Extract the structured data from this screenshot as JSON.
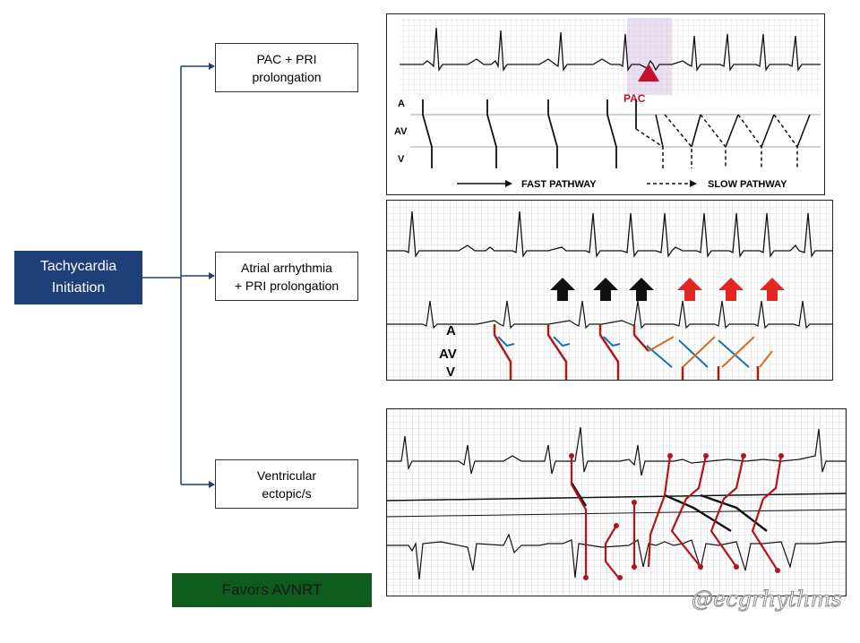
{
  "root": {
    "label": "Tachycardia\nInitiation"
  },
  "branches": [
    {
      "label": "PAC + PRI\nprolongation"
    },
    {
      "label": "Atrial arrhythmia\n+ PRI prolongation"
    },
    {
      "label": "Ventricular\nectopic/s"
    }
  ],
  "conclusion": {
    "label": "Favors AVNRT"
  },
  "panel1": {
    "pac_label": "PAC",
    "row_labels": [
      "A",
      "AV",
      "V"
    ],
    "fast_label": "FAST PATHWAY",
    "slow_label": "SLOW PATHWAY"
  },
  "panel2": {
    "row_labels": [
      "A",
      "AV",
      "V"
    ]
  },
  "watermark": "@ecgrhythms",
  "colors": {
    "root": "#1f3f79",
    "conclusion": "#0e5b1e",
    "connector": "#1f3f79",
    "red_marker": "#c8102e",
    "blue_marker": "#1c6fb0",
    "orange_marker": "#d46a1a"
  }
}
